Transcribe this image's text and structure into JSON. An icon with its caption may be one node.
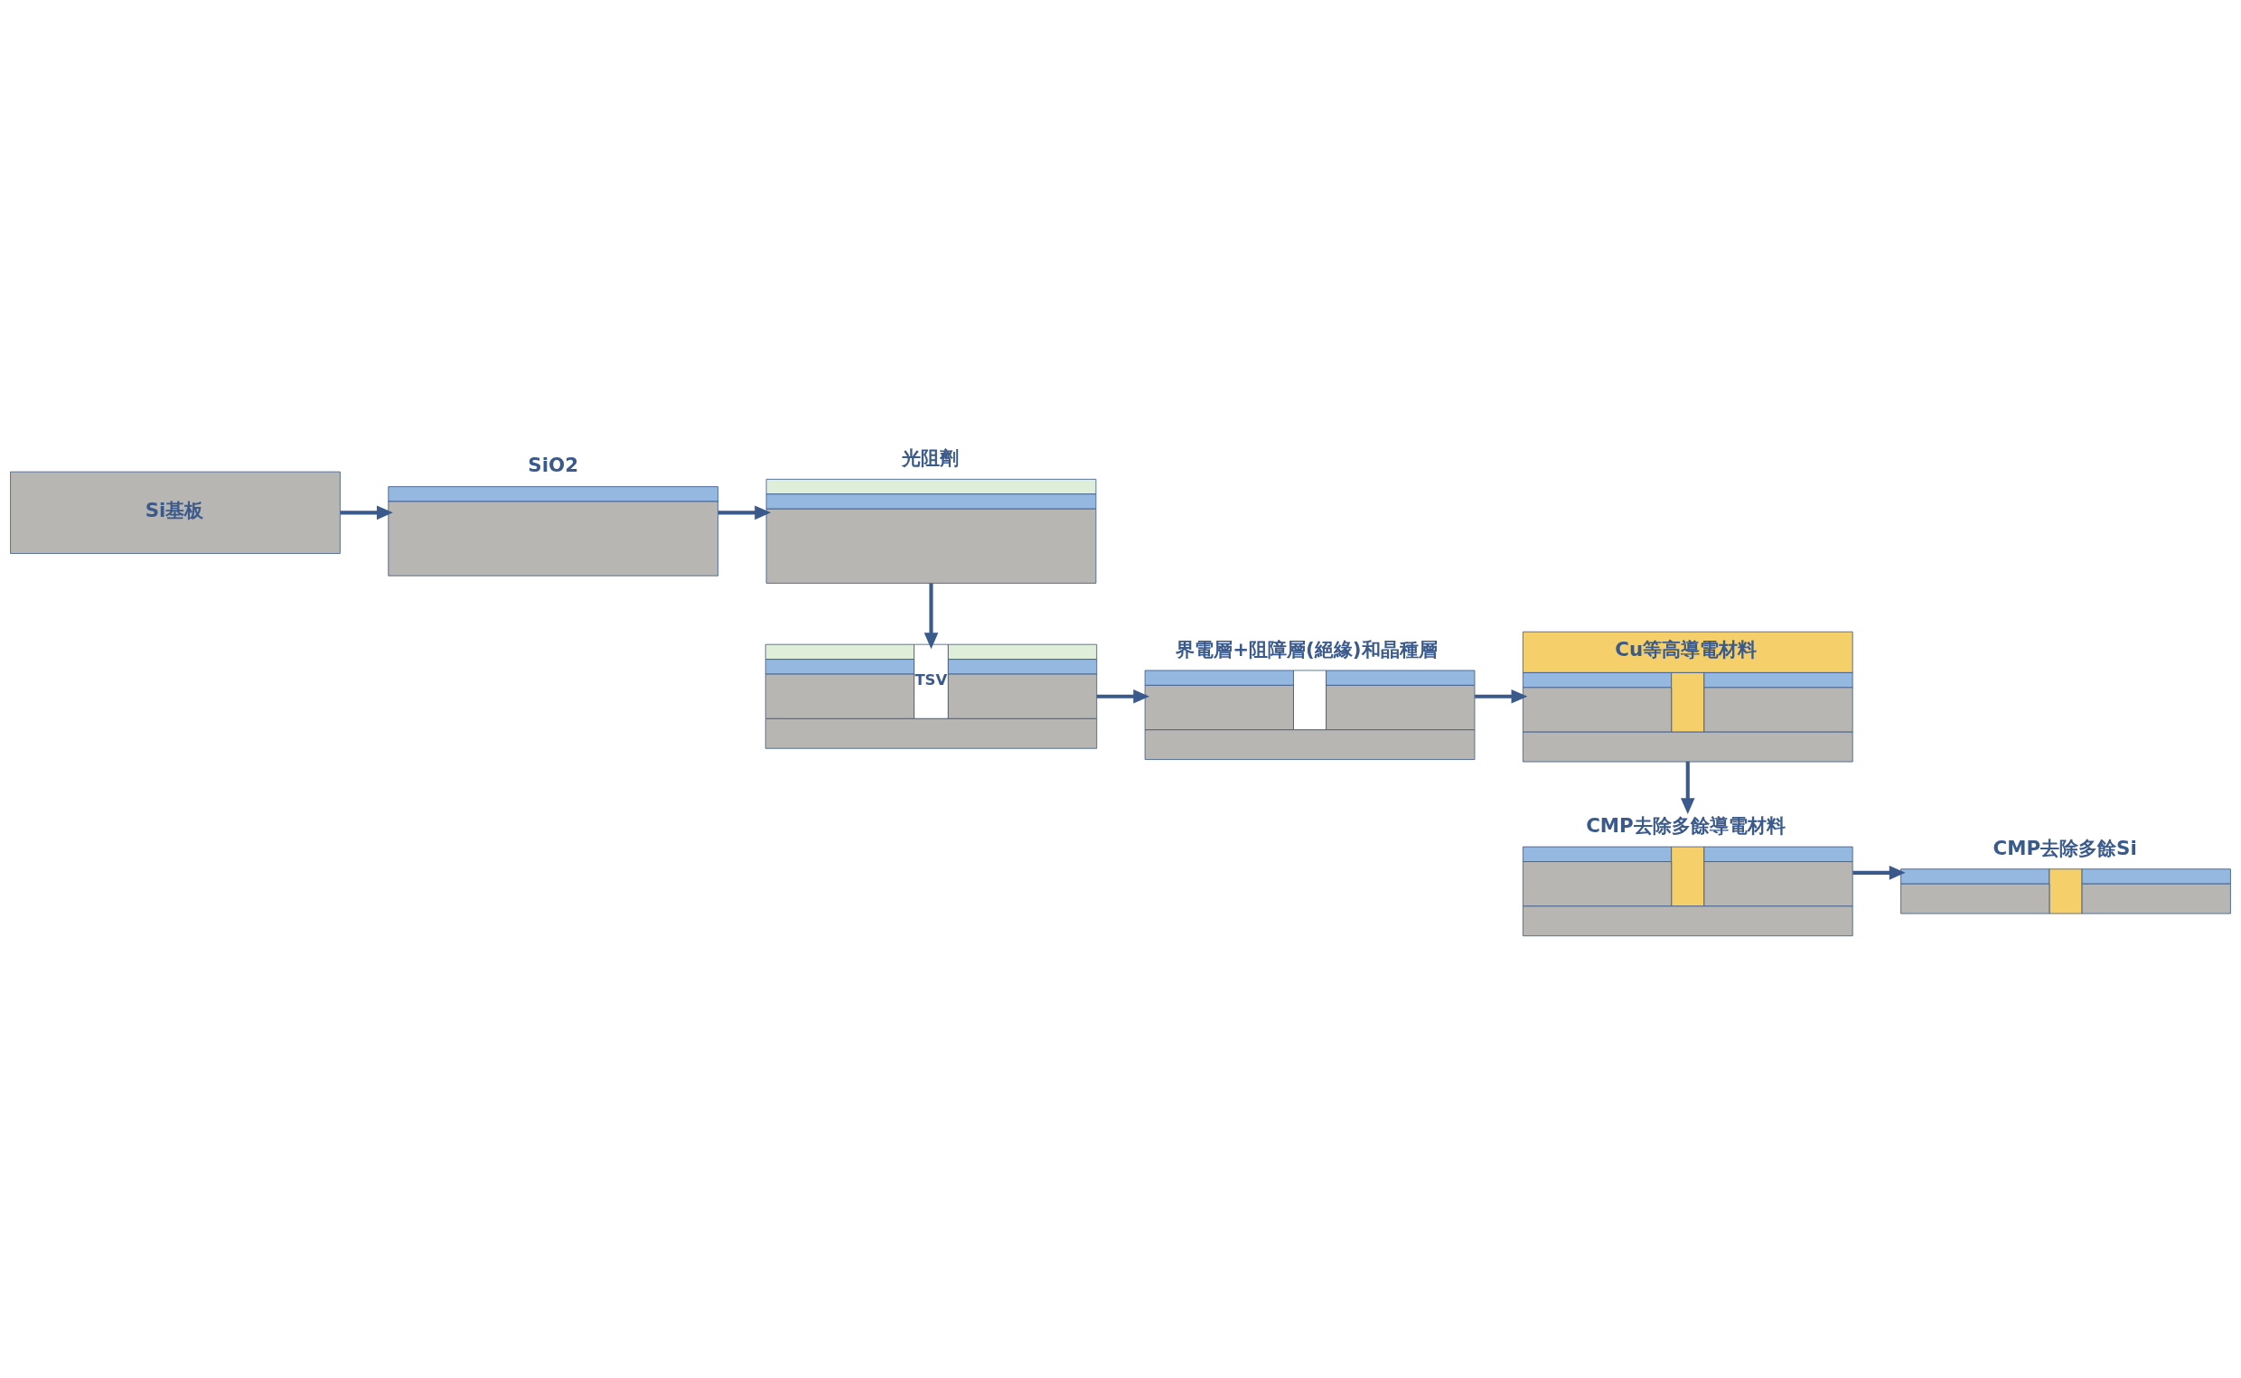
{
  "diagram": {
    "nodes": [
      {
        "text": [
          "Si基板"
        ]
      },
      {
        "text": [
          "SiO2"
        ]
      },
      {
        "text": [
          "光阻劑"
        ]
      },
      {
        "text": [
          "TSV"
        ]
      },
      {
        "text": [
          "界電層+阻障層(絕緣)和晶種層"
        ]
      },
      {
        "text": [
          "Cu等高導電材料"
        ]
      },
      {
        "text": [
          "CMP去除多餘導電材料"
        ]
      },
      {
        "text": [
          "CMP去除多餘Si"
        ]
      }
    ],
    "edges": [
      {
        "from": 0,
        "to": 1,
        "arrow": "to"
      },
      {
        "from": 1,
        "to": 2,
        "arrow": "to"
      },
      {
        "from": 2,
        "to": 3,
        "arrow": "to"
      },
      {
        "from": 3,
        "to": 4,
        "arrow": "to"
      },
      {
        "from": 4,
        "to": 5,
        "arrow": "to"
      },
      {
        "from": 5,
        "to": 6,
        "arrow": "to"
      },
      {
        "from": 6,
        "to": 7,
        "arrow": "to"
      }
    ]
  }
}
